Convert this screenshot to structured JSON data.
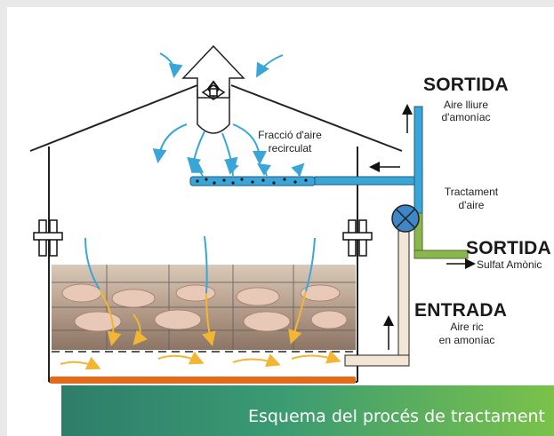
{
  "title": "",
  "labels": {
    "sortida_top": "SORTIDA",
    "sortida_top_desc_1": "Aire lliure",
    "sortida_top_desc_2": "d'amoníac",
    "recirculat_1": "Fracció d'aire",
    "recirculat_2": "recirculat",
    "tractament_1": "Tractament",
    "tractament_2": "d'aire",
    "sortida_right": "SORTIDA",
    "sortida_right_desc": "Sulfat Amònic",
    "entrada": "ENTRADA",
    "entrada_desc_1": "Aire ric",
    "entrada_desc_2": "en amoníac"
  },
  "caption": "Esquema del procés de tractament",
  "colors": {
    "duct_blue": "#3aa6d8",
    "duct_green": "#8ab64e",
    "duct_beige": "#f3e6d6",
    "airflow_yellow": "#f2b632",
    "floor_orange": "#e26a1c",
    "valve_blue": "#3f86c8"
  }
}
